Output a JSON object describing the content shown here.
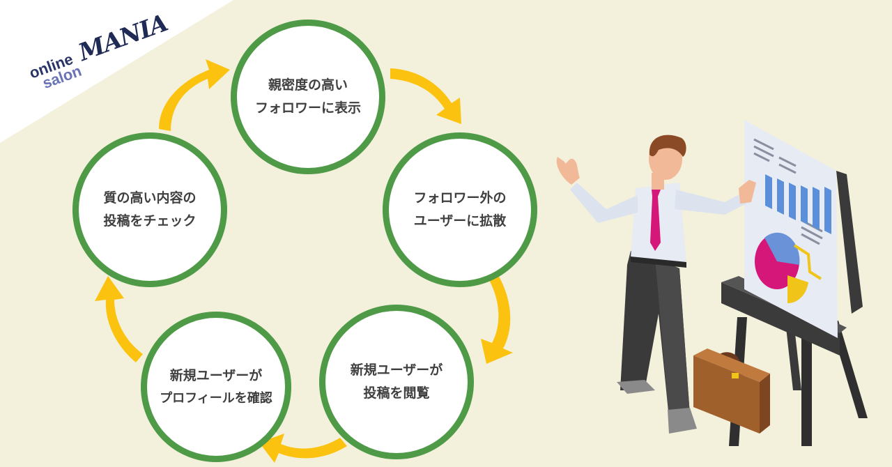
{
  "logo": {
    "line1": "online",
    "line2": "salon",
    "brand": "MANIA"
  },
  "colors": {
    "background": "#f3f0dc",
    "ring": "#4e9a46",
    "arrow": "#fbc30f",
    "logo_ink": "#1f2a55"
  },
  "cycle": [
    {
      "line1": "親密度の高い",
      "line2": "フォロワーに表示"
    },
    {
      "line1": "フォロワー外の",
      "line2": "ユーザーに拡散"
    },
    {
      "line1": "新規ユーザーが",
      "line2": "投稿を閲覧"
    },
    {
      "line1": "新規ユーザーが",
      "line2": "プロフィールを確認"
    },
    {
      "line1": "質の高い内容の",
      "line2": "投稿をチェック"
    }
  ],
  "illustration": {
    "description_icon": "presenter-with-chart-board-icon"
  }
}
